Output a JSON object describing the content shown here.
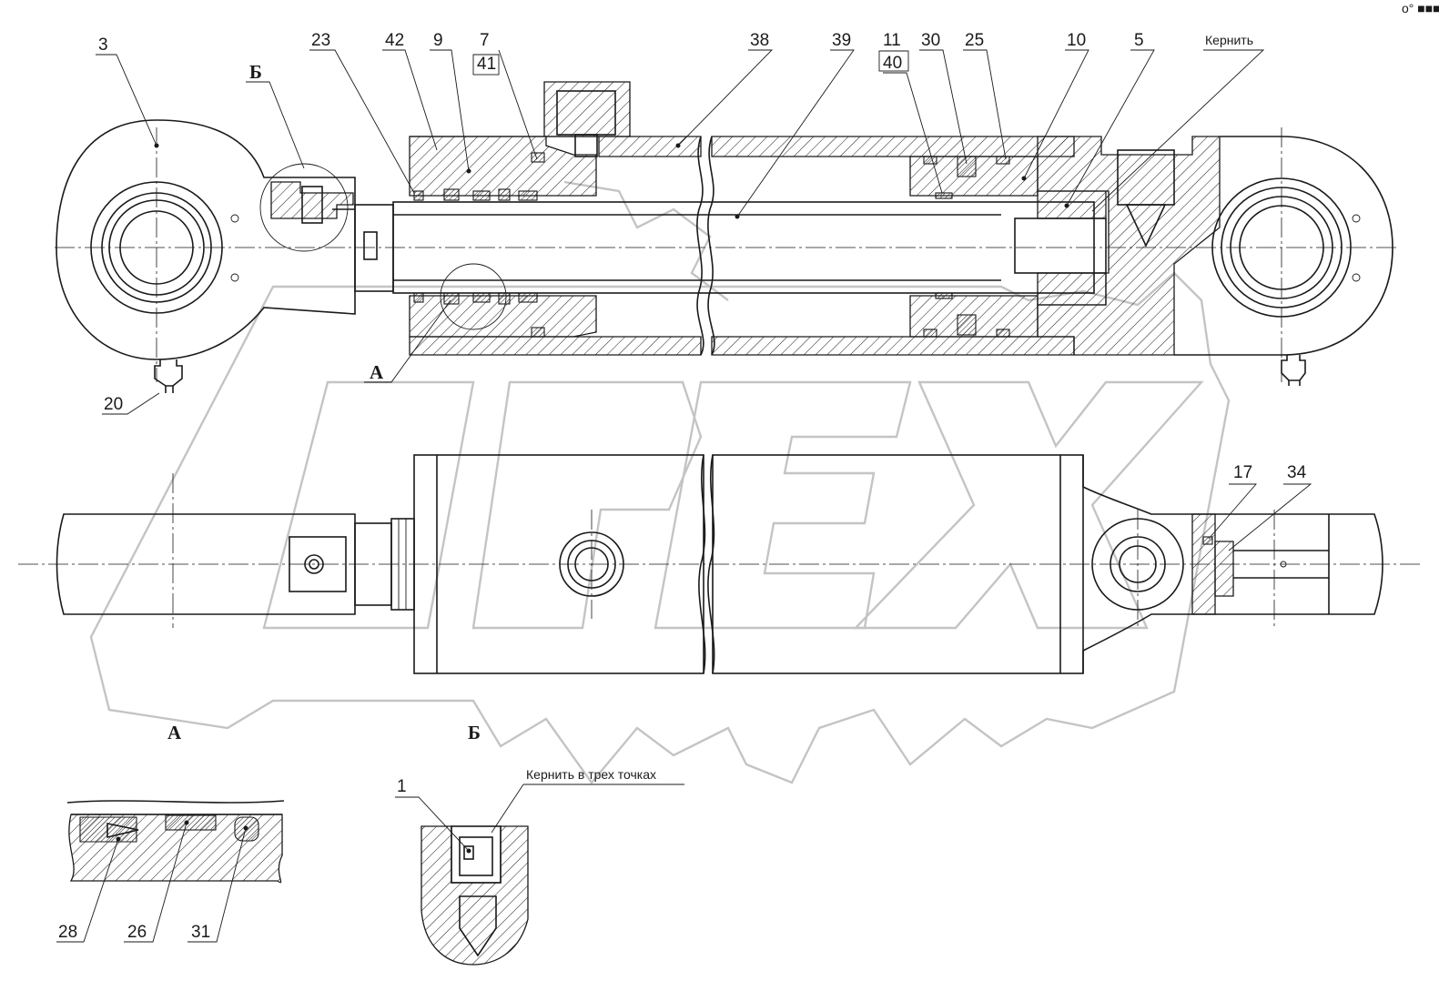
{
  "drawing": {
    "watermark": "OPEX",
    "corner_mark": "o° ■■■"
  },
  "labels": {
    "p3": "3",
    "p23": "23",
    "p42": "42",
    "p9": "9",
    "p7": "7",
    "p41": "41",
    "p38": "38",
    "p39": "39",
    "p11": "11",
    "p40": "40",
    "p30": "30",
    "p25": "25",
    "p10": "10",
    "p5": "5",
    "kernit": "Кернить",
    "p20": "20",
    "view_b_ref": "Б",
    "view_a_ref": "А",
    "p17": "17",
    "p34": "34",
    "p1": "1",
    "kernit_three": "Кернить в трех точках",
    "p28": "28",
    "p26": "26",
    "p31": "31"
  },
  "views": {
    "a_title": "А",
    "b_title": "Б"
  }
}
